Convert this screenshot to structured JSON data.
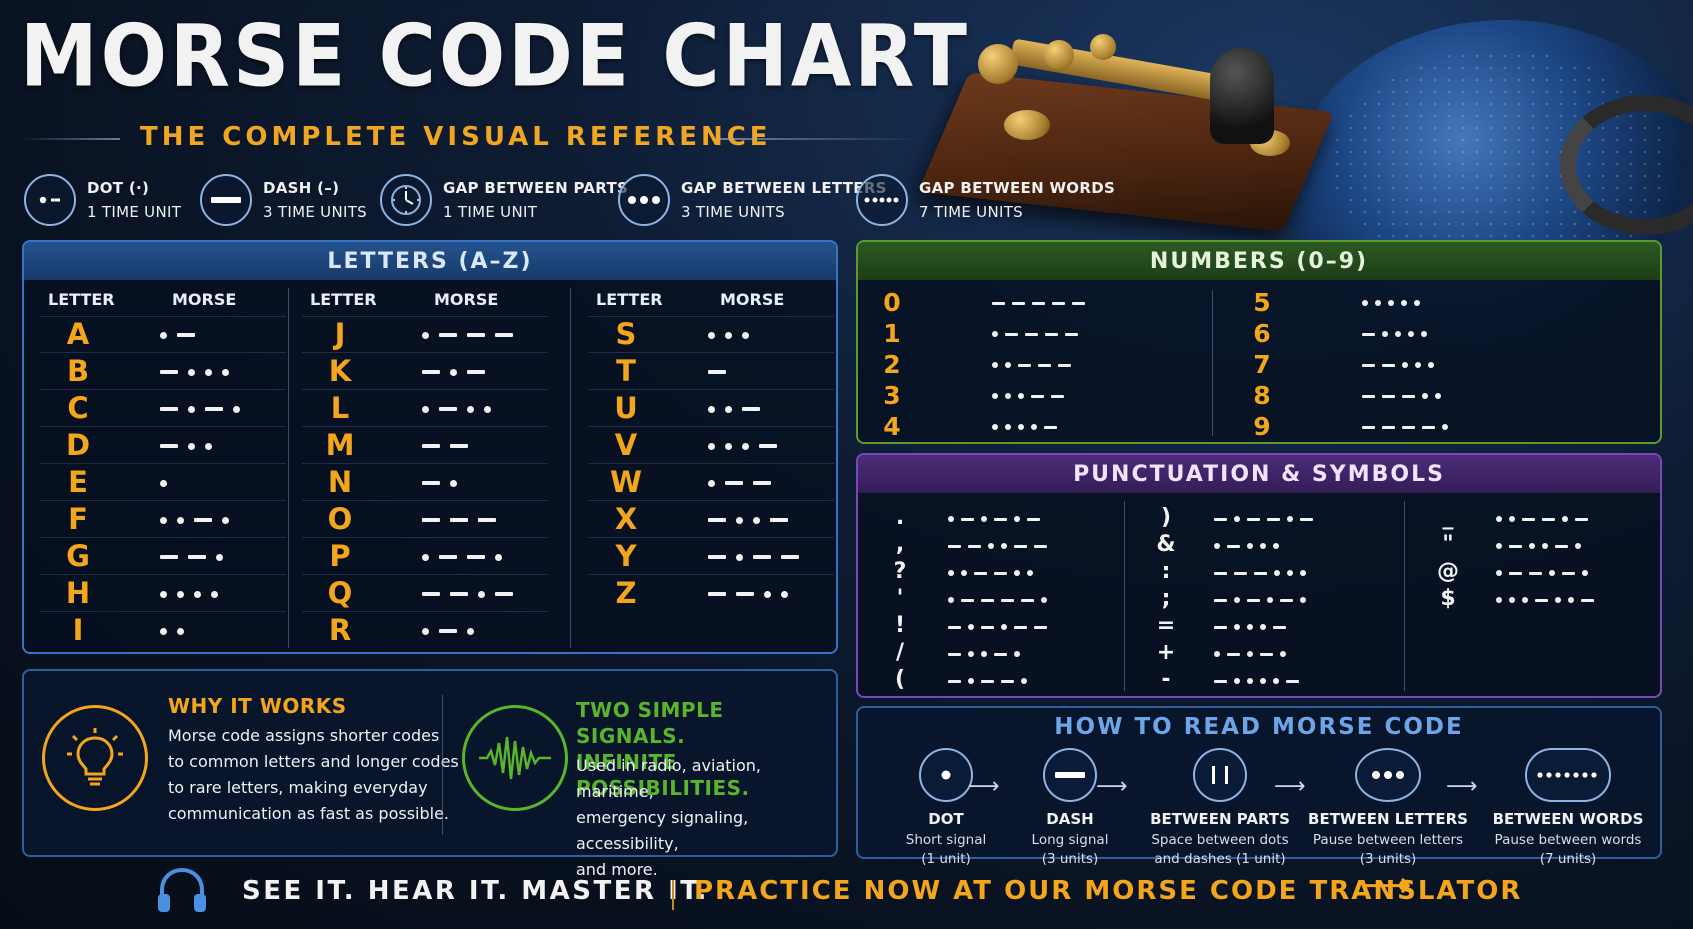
{
  "header": {
    "title": "MORSE CODE CHART",
    "subtitle": "THE COMPLETE VISUAL REFERENCE"
  },
  "legend": [
    {
      "label": "DOT (·)",
      "sub": "1 TIME UNIT",
      "icon": "dot-icon"
    },
    {
      "label": "DASH (–)",
      "sub": "3 TIME UNITS",
      "icon": "dash-icon"
    },
    {
      "label": "GAP BETWEEN PARTS",
      "sub": "1 TIME UNIT",
      "icon": "clock-icon"
    },
    {
      "label": "GAP BETWEEN LETTERS",
      "sub": "3 TIME UNITS",
      "icon": "three-dots-icon"
    },
    {
      "label": "GAP BETWEEN WORDS",
      "sub": "7 TIME UNITS",
      "icon": "seven-dots-icon"
    }
  ],
  "letters": {
    "title": "LETTERS (A–Z)",
    "col_letter": "LETTER",
    "col_morse": "MORSE",
    "items": [
      {
        "ch": "A",
        "code": ".-"
      },
      {
        "ch": "B",
        "code": "-..."
      },
      {
        "ch": "C",
        "code": "-.-."
      },
      {
        "ch": "D",
        "code": "-.."
      },
      {
        "ch": "E",
        "code": "."
      },
      {
        "ch": "F",
        "code": "..-."
      },
      {
        "ch": "G",
        "code": "--."
      },
      {
        "ch": "H",
        "code": "...."
      },
      {
        "ch": "I",
        "code": ".."
      },
      {
        "ch": "J",
        "code": ".---"
      },
      {
        "ch": "K",
        "code": "-.-"
      },
      {
        "ch": "L",
        "code": ".-.."
      },
      {
        "ch": "M",
        "code": "--"
      },
      {
        "ch": "N",
        "code": "-."
      },
      {
        "ch": "O",
        "code": "---"
      },
      {
        "ch": "P",
        "code": ".--."
      },
      {
        "ch": "Q",
        "code": "--.-"
      },
      {
        "ch": "R",
        "code": ".-."
      },
      {
        "ch": "S",
        "code": "..."
      },
      {
        "ch": "T",
        "code": "-"
      },
      {
        "ch": "U",
        "code": "..-"
      },
      {
        "ch": "V",
        "code": "...-"
      },
      {
        "ch": "W",
        "code": ".--"
      },
      {
        "ch": "X",
        "code": "-..-"
      },
      {
        "ch": "Y",
        "code": "-.--"
      },
      {
        "ch": "Z",
        "code": "--.."
      }
    ]
  },
  "numbers": {
    "title": "NUMBERS (0–9)",
    "items": [
      {
        "ch": "0",
        "code": "-----"
      },
      {
        "ch": "1",
        "code": ".----"
      },
      {
        "ch": "2",
        "code": "..---"
      },
      {
        "ch": "3",
        "code": "...--"
      },
      {
        "ch": "4",
        "code": "....-"
      },
      {
        "ch": "5",
        "code": "....."
      },
      {
        "ch": "6",
        "code": "-...."
      },
      {
        "ch": "7",
        "code": "--..."
      },
      {
        "ch": "8",
        "code": "---.."
      },
      {
        "ch": "9",
        "code": "----."
      }
    ]
  },
  "punctuation": {
    "title": "PUNCTUATION & SYMBOLS",
    "items": [
      {
        "ch": ".",
        "code": ".-.-.-"
      },
      {
        "ch": ",",
        "code": "--..--"
      },
      {
        "ch": "?",
        "code": "..--.."
      },
      {
        "ch": "'",
        "code": ".----."
      },
      {
        "ch": "!",
        "code": "-.-.--"
      },
      {
        "ch": "/",
        "code": "-..-."
      },
      {
        "ch": "(",
        "code": "-.--."
      },
      {
        "ch": ")",
        "code": "-.--.-"
      },
      {
        "ch": "&",
        "code": ".-..."
      },
      {
        "ch": ":",
        "code": "---..."
      },
      {
        "ch": ";",
        "code": "-.-.-."
      },
      {
        "ch": "=",
        "code": "-...-"
      },
      {
        "ch": "+",
        "code": ".-.-."
      },
      {
        "ch": "-",
        "code": "-....-"
      },
      {
        "ch": "_",
        "code": "..--.-"
      },
      {
        "ch": "\"",
        "code": ".-..-."
      },
      {
        "ch": "@",
        "code": ".--.-."
      },
      {
        "ch": "$",
        "code": "...-..-"
      }
    ]
  },
  "why": {
    "title": "WHY IT WORKS",
    "body": [
      "Morse code assigns shorter codes",
      "to common letters and longer codes",
      "to rare letters, making everyday",
      "communication as fast as possible."
    ],
    "icon": "lightbulb-icon",
    "accent": "#f3a51c"
  },
  "signals": {
    "title": [
      "TWO SIMPLE SIGNALS.",
      "INFINITE POSSIBILITIES."
    ],
    "body": [
      "Used in radio, aviation, maritime,",
      "emergency signaling, accessibility,",
      "and more."
    ],
    "icon": "waveform-icon",
    "accent": "#58b52c"
  },
  "how": {
    "title": "HOW TO READ MORSE CODE",
    "steps": [
      {
        "label": "DOT",
        "desc": [
          "Short signal",
          "(1 unit)"
        ]
      },
      {
        "label": "DASH",
        "desc": [
          "Long signal",
          "(3 units)"
        ]
      },
      {
        "label": "BETWEEN PARTS",
        "desc": [
          "Space between dots",
          "and dashes (1 unit)"
        ]
      },
      {
        "label": "BETWEEN LETTERS",
        "desc": [
          "Pause between letters",
          "(3 units)"
        ]
      },
      {
        "label": "BETWEEN WORDS",
        "desc": [
          "Pause between words",
          "(7 units)"
        ]
      }
    ]
  },
  "footer": {
    "slogan": "SEE IT. HEAR IT. MASTER IT.",
    "cta": "PRACTICE NOW AT OUR MORSE CODE TRANSLATOR",
    "arrow": "⟶",
    "icon": "headphones-icon"
  },
  "colors": {
    "accent": "#f3a51c",
    "letters_border": "#3a73c4",
    "numbers_border": "#5a9a2e",
    "punct_border": "#7c48b8"
  }
}
